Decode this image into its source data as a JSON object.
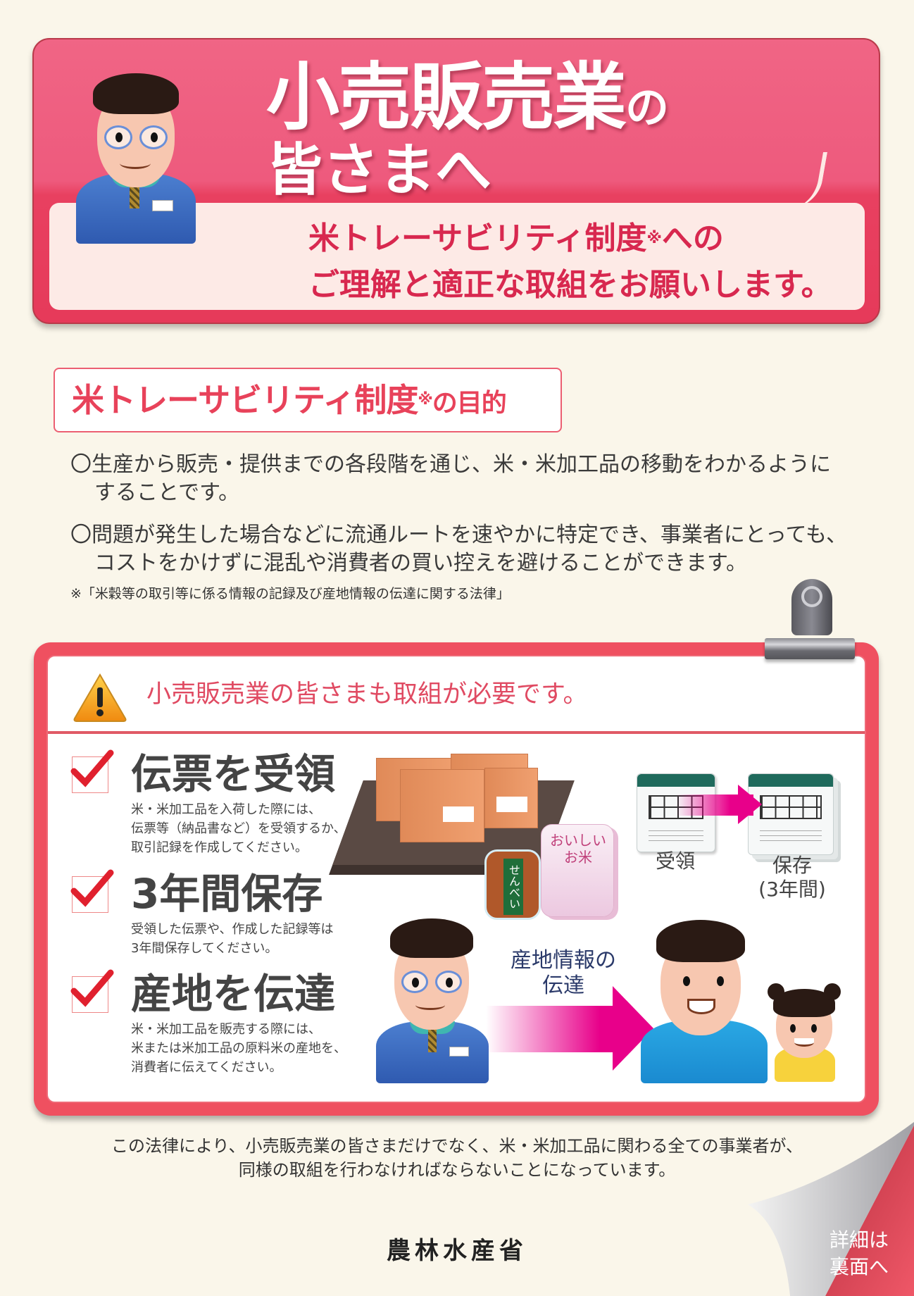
{
  "banner": {
    "title_main": "小売販売業",
    "title_particle": "の",
    "title_line2": "皆さまへ",
    "subtitle_line1_pre": "米トレーサビリティ制度",
    "subtitle_line1_mark": "※",
    "subtitle_line1_post": "への",
    "subtitle_line2": "ご理解と適正な取組をお願いします。"
  },
  "purpose": {
    "heading_pre": "米トレーサビリティ制度",
    "heading_mark": "※",
    "heading_post": "の目的",
    "paragraphs": [
      {
        "line1": "〇生産から販売・提供までの各段階を通じ、米・米加工品の移動をわかるように",
        "line2": "することです。"
      },
      {
        "line1": "〇問題が発生した場合などに流通ルートを速やかに特定でき、事業者にとっても、",
        "line2": "コストをかけずに混乱や消費者の買い控えを避けることができます。"
      }
    ],
    "footnote": "※「米穀等の取引等に係る情報の記録及び産地情報の伝達に関する法律」"
  },
  "card": {
    "warning": "小売販売業の皆さまも取組が必要です。",
    "items": [
      {
        "title": "伝票を受領",
        "desc": [
          "米・米加工品を入荷した際には、",
          "伝票等（納品書など）を受領するか、",
          "取引記録を作成してください。"
        ]
      },
      {
        "title": "3年間保存",
        "desc": [
          "受領した伝票や、作成した記録等は",
          "3年間保存してください。"
        ]
      },
      {
        "title": "産地を伝達",
        "desc": [
          "米・米加工品を販売する際には、",
          "米または米加工品の原料米の産地を、",
          "消費者に伝えてください。"
        ]
      }
    ],
    "illustrations": {
      "senbei_label": "せんべい",
      "rice_label": "おいしい お米",
      "receive_label": "受領",
      "store_label": "保存",
      "store_period": "(3年間)",
      "info_label_1": "産地情報の",
      "info_label_2": "伝達"
    }
  },
  "bottom": {
    "line1": "この法律により、小売販売業の皆さまだけでなく、米・米加工品に関わる全ての事業者が、",
    "line2": "同様の取組を行わなければならないことになっています。",
    "ministry": "農林水産省",
    "page_turn_1": "詳細は",
    "page_turn_2": "裏面へ"
  },
  "colors": {
    "background": "#faf6ea",
    "banner_pink": "#ee5a7d",
    "accent_red": "#e8425a",
    "card_red": "#ef5060",
    "arrow_magenta": "#e8008a"
  }
}
